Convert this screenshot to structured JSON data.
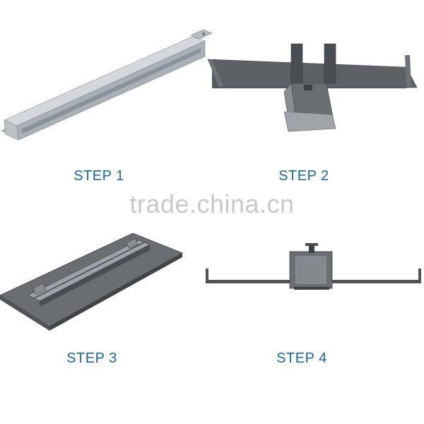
{
  "steps": [
    {
      "label": "STEP 1"
    },
    {
      "label": "STEP 2"
    },
    {
      "label": "STEP 3"
    },
    {
      "label": "STEP 4"
    }
  ],
  "watermark": "trade.china.cn",
  "colors": {
    "label": "#1a66a6",
    "rail_light": "#c9ced4",
    "rail_mid": "#a9b0b8",
    "rail_dark": "#8b9199",
    "steel_dark": "#505358",
    "steel_mid": "#6a6d72",
    "steel_light": "#8a8d92"
  }
}
